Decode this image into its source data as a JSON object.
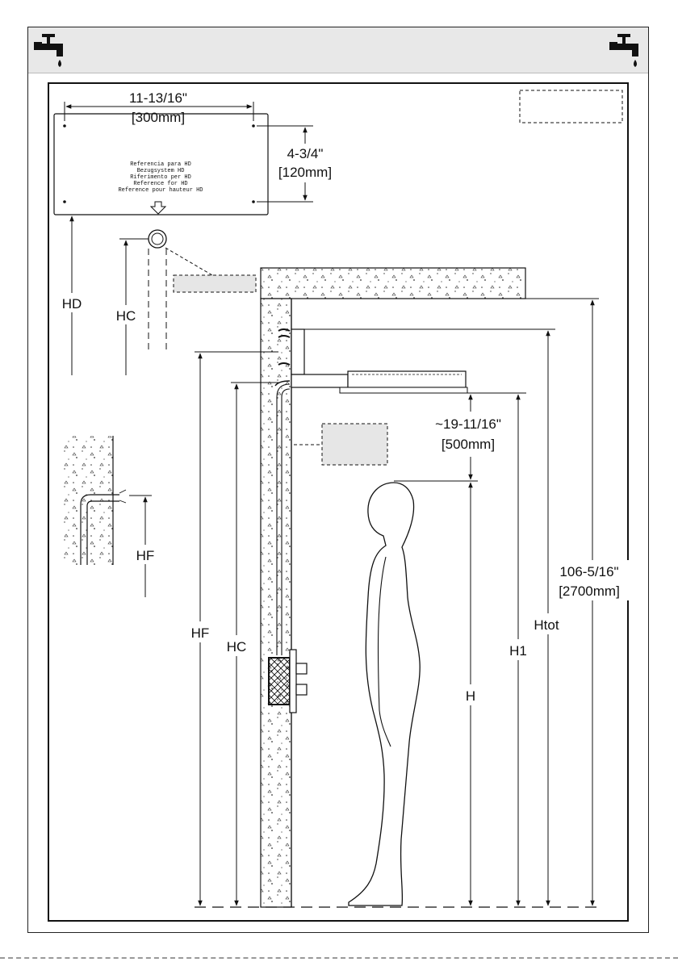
{
  "header": {
    "left_icon": "faucet-icon",
    "right_icon": "faucet-icon"
  },
  "template": {
    "width_imperial": "11-13/16\"",
    "width_metric": "[300mm]",
    "height_imperial": "4-3/4\"",
    "height_metric": "[120mm]",
    "reference_lines": [
      "Referencia para HD",
      "Bezugsystem HD",
      "Riferimento per HD",
      "Reference for HD",
      "Reference pour hauteur HD"
    ]
  },
  "labels": {
    "hd": "HD",
    "hc_top": "HC",
    "hf_detail": "HF",
    "hf_main": "HF",
    "hc_main": "HC",
    "h": "H",
    "h1": "H1",
    "htot": "Htot"
  },
  "dimensions": {
    "clearance_imperial": "~19-11/16\"",
    "clearance_metric": "[500mm]",
    "total_imperial": "106-5/16\"",
    "total_metric": "[2700mm]"
  }
}
